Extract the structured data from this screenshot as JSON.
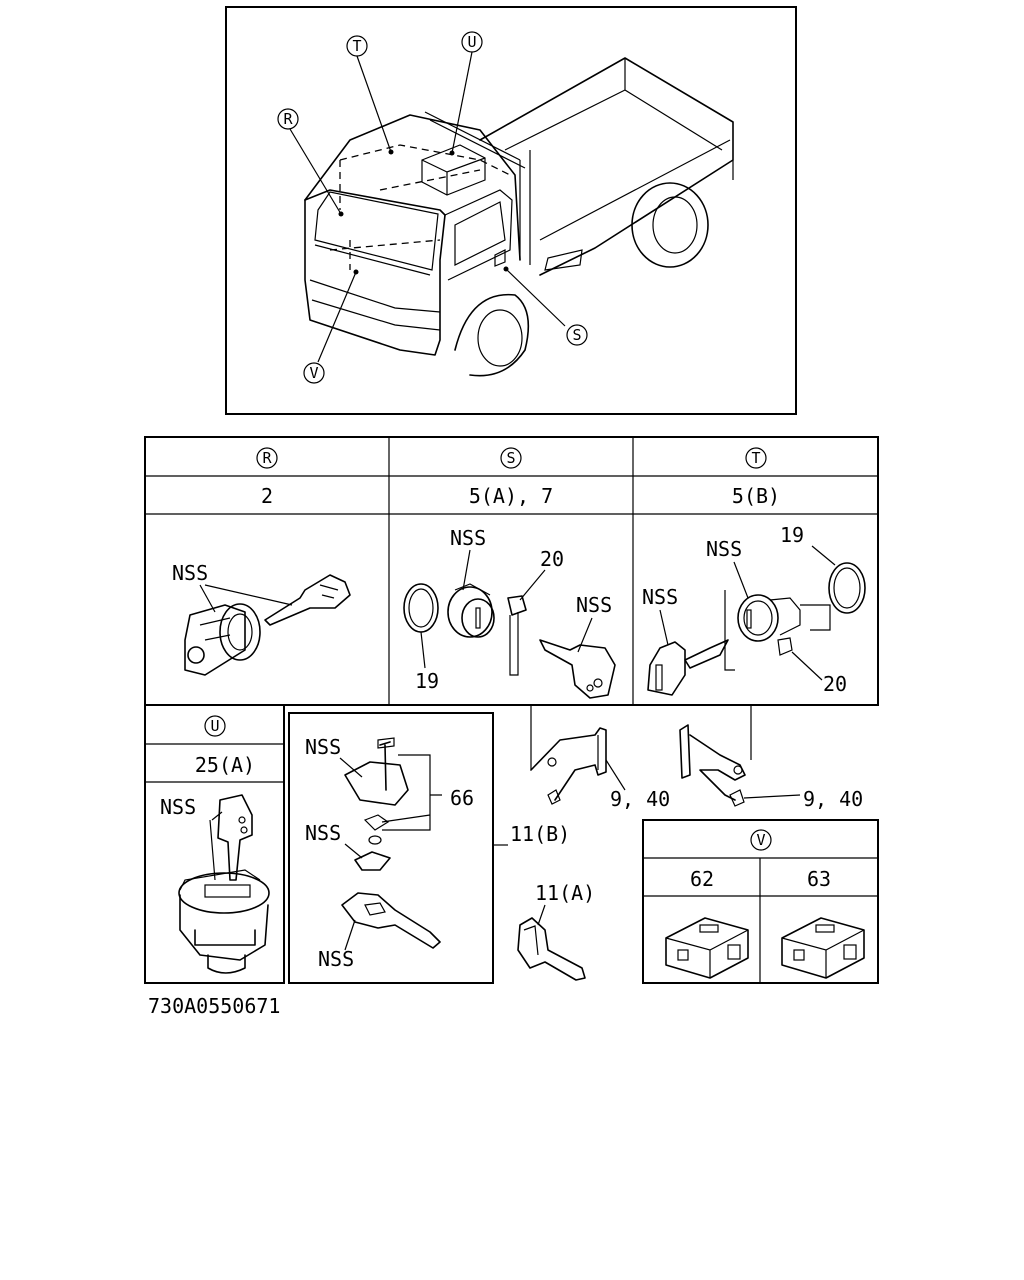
{
  "callouts": {
    "R": "R",
    "S": "S",
    "T": "T",
    "U": "U",
    "V": "V"
  },
  "table_top": {
    "col_r": {
      "ref": "R",
      "part": "2"
    },
    "col_s": {
      "ref": "S",
      "part": "5(A), 7"
    },
    "col_t": {
      "ref": "T",
      "part": "5(B)"
    }
  },
  "labels": {
    "nss": "NSS",
    "p19": "19",
    "p20": "20",
    "p9_40": "9, 40",
    "p66": "66",
    "p11b": "11(B)",
    "p11a": "11(A)"
  },
  "table_u": {
    "ref": "U",
    "part": "25(A)"
  },
  "table_v": {
    "ref": "V",
    "parts": [
      "62",
      "63"
    ]
  },
  "drawing_number": "730A0550671"
}
